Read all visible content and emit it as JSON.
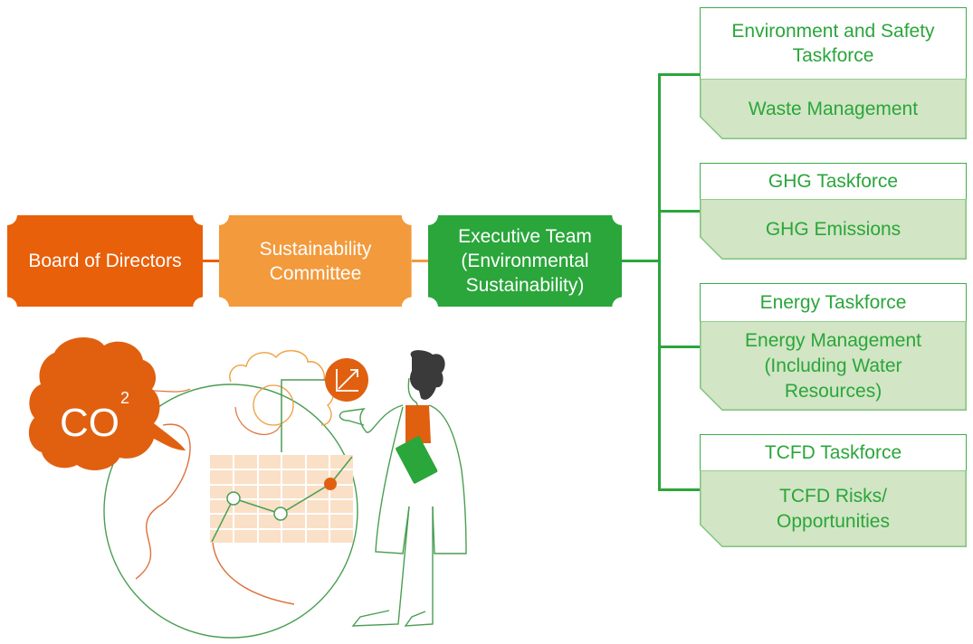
{
  "colors": {
    "board": "#e8600a",
    "committee": "#f39a3c",
    "executive": "#2aa63b",
    "taskforce_text": "#2aa63b",
    "taskforce_border": "#3cad4a",
    "focus_fill": "#d2e5c4"
  },
  "hierarchy": {
    "board": {
      "label": "Board of Directors"
    },
    "committee": {
      "label": "Sustainability Committee"
    },
    "executive": {
      "label": "Executive Team (Environmental Sustainability)"
    }
  },
  "taskforces": [
    {
      "name": "Environment and Safety Taskforce",
      "focus": "Waste Management"
    },
    {
      "name": "GHG Taskforce",
      "focus": "GHG Emissions"
    },
    {
      "name": "Energy Taskforce",
      "focus": "Energy Management (Including Water Resources)"
    },
    {
      "name": "TCFD Taskforce",
      "focus": "TCFD Risks/ Opportunities"
    }
  ],
  "illustration": {
    "cloud_label": "CO",
    "cloud_superscript": "2",
    "icons": [
      "co2-cloud-icon",
      "globe-icon",
      "gear-icon",
      "trend-chart-icon",
      "line-chart-board-icon",
      "scientist-figure-icon"
    ]
  }
}
